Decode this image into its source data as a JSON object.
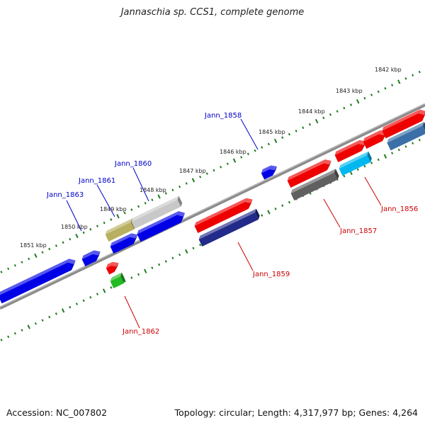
{
  "title": "Jannaschia sp. CCS1, complete genome",
  "footer": {
    "accession": "Accession: NC_007802",
    "summary": "Topology: circular; Length: 4,317,977 bp; Genes: 4,264"
  },
  "colors": {
    "backbone": "#8a8a8a",
    "ticks": "#1f7a1f",
    "label_blue": "#0000cc",
    "label_red": "#cc0000"
  },
  "scale_labels": [
    "1842 kbp",
    "1843 kbp",
    "1844 kbp",
    "1845 kbp",
    "1846 kbp",
    "1847 kbp",
    "1848 kbp",
    "1849 kbp",
    "1850 kbp",
    "1851 kbp"
  ],
  "gene_labels": [
    {
      "name": "Jann_1858",
      "strand": "top",
      "color": "#0000cc"
    },
    {
      "name": "Jann_1860",
      "strand": "top",
      "color": "#0000cc"
    },
    {
      "name": "Jann_1861",
      "strand": "top",
      "color": "#0000cc"
    },
    {
      "name": "Jann_1863",
      "strand": "top",
      "color": "#0000cc"
    },
    {
      "name": "Jann_1856",
      "strand": "bottom",
      "color": "#cc0000"
    },
    {
      "name": "Jann_1857",
      "strand": "bottom",
      "color": "#cc0000"
    },
    {
      "name": "Jann_1859",
      "strand": "bottom",
      "color": "#cc0000"
    },
    {
      "name": "Jann_1862",
      "strand": "bottom",
      "color": "#cc0000"
    }
  ],
  "genes": [
    {
      "color": "#0000e6",
      "strand": "reverse"
    },
    {
      "color": "#0000e6",
      "strand": "reverse"
    },
    {
      "color": "#0000e6",
      "strand": "reverse"
    },
    {
      "color": "#0000e6",
      "strand": "reverse"
    },
    {
      "color": "#b8b060",
      "strand": "none"
    },
    {
      "color": "#c8c8c8",
      "strand": "none"
    },
    {
      "color": "#0000e6",
      "strand": "reverse"
    },
    {
      "color": "#ee0000",
      "strand": "forward"
    },
    {
      "color": "#ee0000",
      "strand": "forward"
    },
    {
      "color": "#ee0000",
      "strand": "forward"
    },
    {
      "color": "#ee0000",
      "strand": "forward"
    },
    {
      "color": "#ee0000",
      "strand": "forward"
    },
    {
      "color": "#ee0000",
      "strand": "forward"
    },
    {
      "color": "#222a8a",
      "strand": "none"
    },
    {
      "color": "#606060",
      "strand": "none"
    },
    {
      "color": "#00b8f0",
      "strand": "none"
    },
    {
      "color": "#3a6fa8",
      "strand": "none"
    },
    {
      "color": "#22bb22",
      "strand": "none"
    }
  ]
}
